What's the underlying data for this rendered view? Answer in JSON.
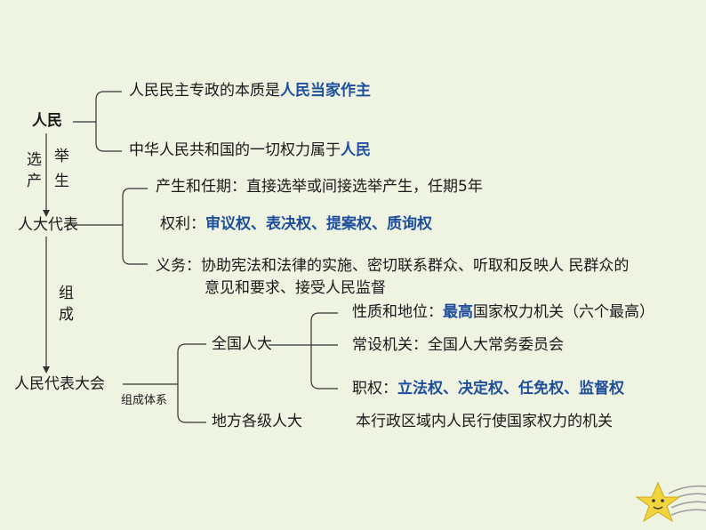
{
  "root": "人民",
  "b1": {
    "pre": "人民民主专政的本质是",
    "hl": "人民当家作主"
  },
  "b2": {
    "pre": "中华人民共和国的一切权力属于",
    "hl": "人民"
  },
  "elect": {
    "c1": "选",
    "c2": "举",
    "c3": "产",
    "c4": "生"
  },
  "deputy": "人大代表",
  "d1": "产生和任期：直接选举或间接选举产生，任期5年",
  "d2": {
    "pre": "权利：",
    "hl": "审议权、表决权、提案权、质询权"
  },
  "d3": {
    "l1": "义务：协助宪法和法律的实施、密切联系群众、听取和反映人 民群众的",
    "l2": "意见和要求、接受人民监督"
  },
  "compose": {
    "c1": "组",
    "c2": "成"
  },
  "congress": "人民代表大会",
  "system": "组成体系",
  "npc": "全国人大",
  "n1": {
    "pre": "性质和地位：",
    "hl": "最高",
    "post": "国家权力机关（六个最高）"
  },
  "n2": "常设机关：全国人大常务委员会",
  "n3": {
    "pre": "职权：",
    "hl": "立法权、决定权、任免权、监督权"
  },
  "local": "地方各级人大",
  "local_desc": "本行政区域内人民行使国家权力的机关",
  "colors": {
    "highlight": "#1f4e9c",
    "background": "#eef3e2",
    "star": "#f2d53c"
  }
}
